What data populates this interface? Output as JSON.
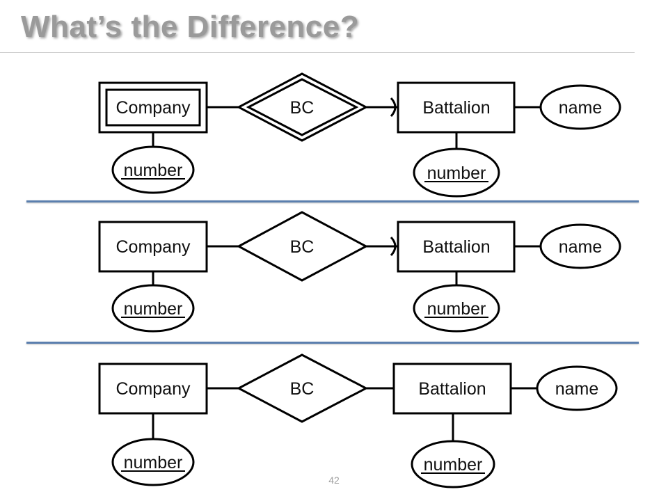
{
  "slide": {
    "title": "What’s the Difference?",
    "page_number": "42"
  },
  "diagrams": [
    {
      "entity_left": "Company",
      "relationship": "BC",
      "entity_right": "Battalion",
      "attr_right": "name",
      "attr_left_key": "number",
      "attr_right_key": "number"
    },
    {
      "entity_left": "Company",
      "relationship": "BC",
      "entity_right": "Battalion",
      "attr_right": "name",
      "attr_left_key": "number",
      "attr_right_key": "number"
    },
    {
      "entity_left": "Company",
      "relationship": "BC",
      "entity_right": "Battalion",
      "attr_right": "name",
      "attr_left_key": "number",
      "attr_right_key": "number"
    }
  ],
  "colors": {
    "title": "#9a9a9a",
    "separator": "#5b7fae"
  }
}
